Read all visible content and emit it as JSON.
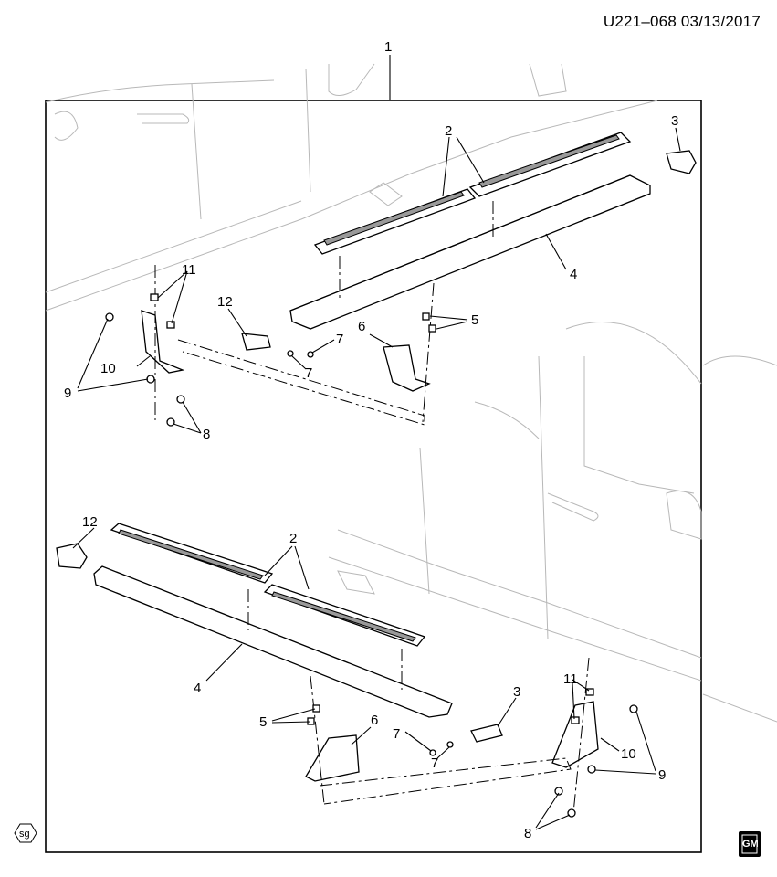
{
  "header": {
    "code": "U221–068 03/13/2017"
  },
  "callouts": [
    {
      "id": "c1",
      "label": "1"
    },
    {
      "id": "c2a",
      "label": "2"
    },
    {
      "id": "c2b",
      "label": "2"
    },
    {
      "id": "c3a",
      "label": "3"
    },
    {
      "id": "c3b",
      "label": "3"
    },
    {
      "id": "c4a",
      "label": "4"
    },
    {
      "id": "c4b",
      "label": "4"
    },
    {
      "id": "c5a",
      "label": "5"
    },
    {
      "id": "c5b",
      "label": "5"
    },
    {
      "id": "c6a",
      "label": "6"
    },
    {
      "id": "c6b",
      "label": "6"
    },
    {
      "id": "c7a",
      "label": "7"
    },
    {
      "id": "c7b",
      "label": "7"
    },
    {
      "id": "c7c",
      "label": "7"
    },
    {
      "id": "c7d",
      "label": "7"
    },
    {
      "id": "c8a",
      "label": "8"
    },
    {
      "id": "c8b",
      "label": "8"
    },
    {
      "id": "c9a",
      "label": "9"
    },
    {
      "id": "c9b",
      "label": "9"
    },
    {
      "id": "c10a",
      "label": "10"
    },
    {
      "id": "c10b",
      "label": "10"
    },
    {
      "id": "c11a",
      "label": "11"
    },
    {
      "id": "c11b",
      "label": "11"
    },
    {
      "id": "c12a",
      "label": "12"
    },
    {
      "id": "c12b",
      "label": "12"
    }
  ],
  "badges": {
    "sg": "sg",
    "gm": "GM"
  }
}
